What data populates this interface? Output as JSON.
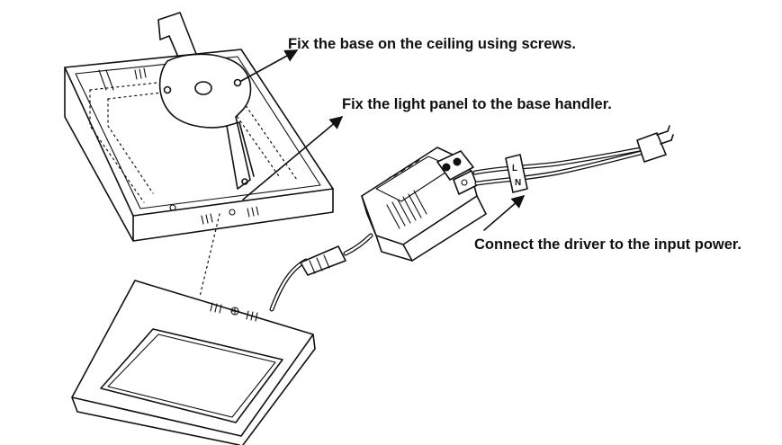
{
  "callouts": {
    "step1": "Fix the base on the ceiling using screws.",
    "step2": "Fix the light panel to the base handler.",
    "step3": "Connect the driver to the input power."
  },
  "plug_marks": {
    "live": "L",
    "neutral": "N"
  },
  "colors": {
    "line": "#111111",
    "background": "#ffffff"
  }
}
